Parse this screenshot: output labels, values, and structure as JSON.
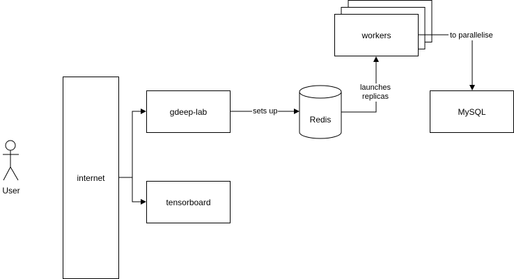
{
  "nodes": {
    "user": "User",
    "internet": "internet",
    "gdeep_lab": "gdeep-lab",
    "tensorboard": "tensorboard",
    "redis": "Redis",
    "workers": "workers",
    "mysql": "MySQL"
  },
  "edges": {
    "sets_up": "sets up",
    "launches_replicas": "launches\nreplicas",
    "to_parallelise": "to parallelise"
  },
  "colors": {
    "stroke": "#000000",
    "fill": "#ffffff"
  }
}
